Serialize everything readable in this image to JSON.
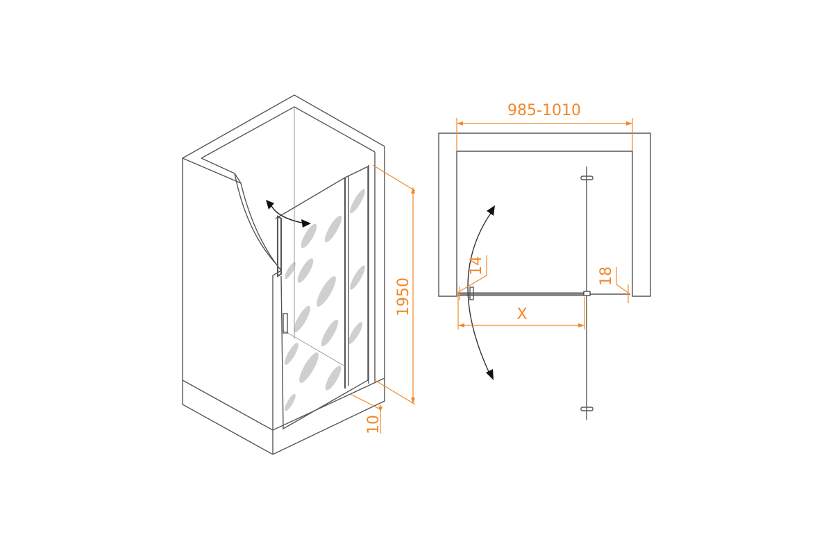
{
  "colors": {
    "dimension": "#f0892a",
    "outline": "#555555"
  },
  "isometric_view": {
    "height_label": "1950",
    "bottom_gap_label": "10"
  },
  "plan_view": {
    "width_range_label": "985-1010",
    "door_width_label": "X",
    "left_gap_label": "14",
    "right_gap_label": "18"
  }
}
